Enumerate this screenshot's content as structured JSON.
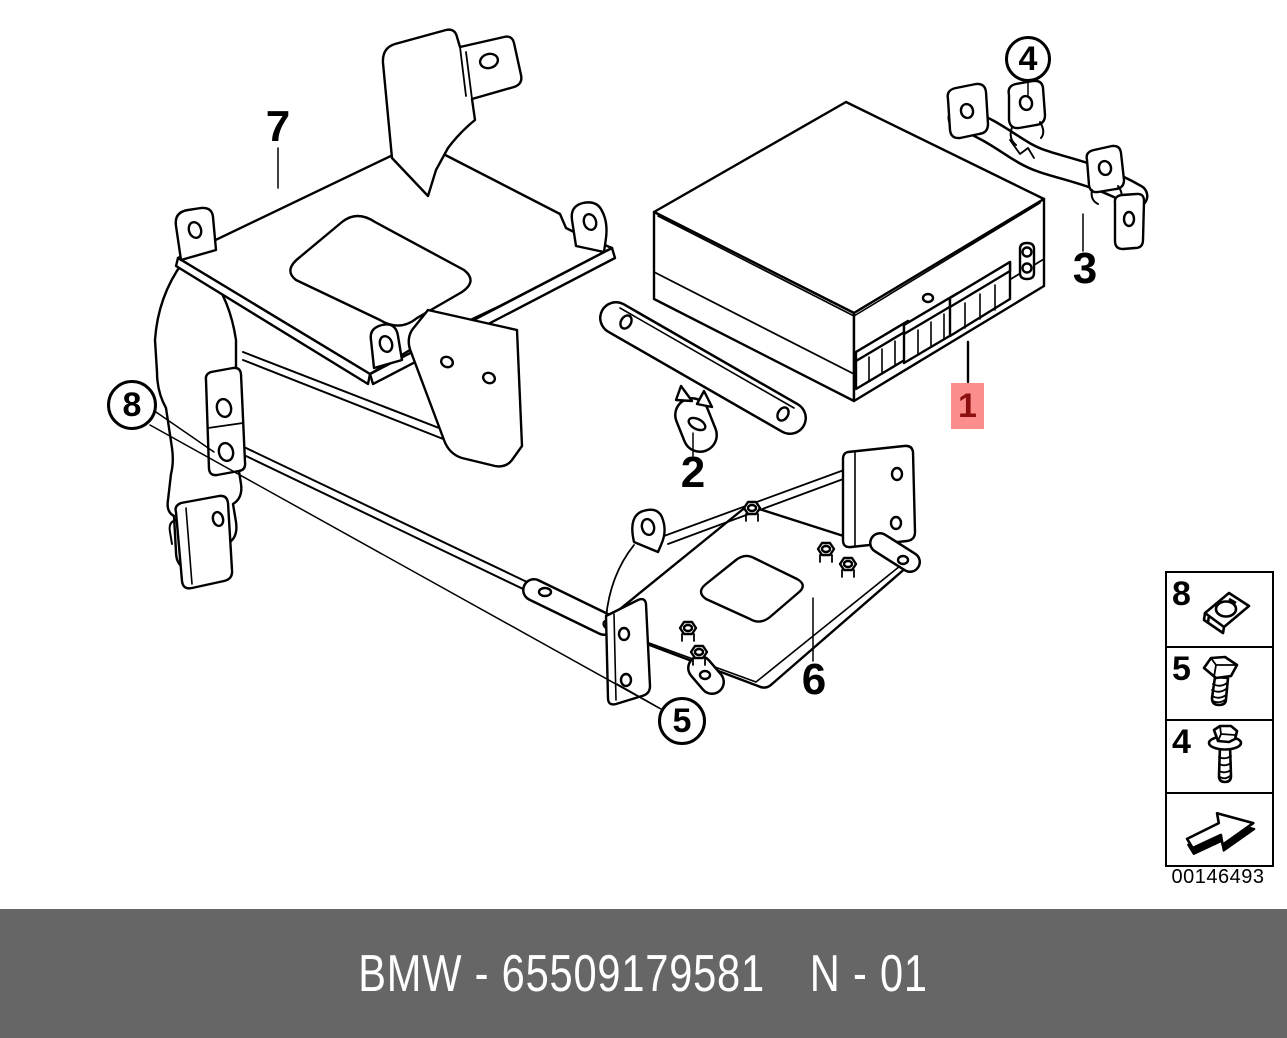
{
  "diagram": {
    "type": "exploded-parts-diagram",
    "callouts": {
      "c1": "1",
      "c2": "2",
      "c3": "3",
      "c4": "4",
      "c5": "5",
      "c6": "6",
      "c7": "7",
      "c8": "8"
    },
    "highlighted_callout": "1",
    "highlight_box_color": "#fb8d8d",
    "highlight_text_color": "#8c0f0f",
    "line_color": "#000000"
  },
  "legend": {
    "rows": [
      {
        "num": "8",
        "icon": "clip-nut-icon"
      },
      {
        "num": "5",
        "icon": "hex-bolt-icon"
      },
      {
        "num": "4",
        "icon": "flange-bolt-icon"
      },
      {
        "num": "",
        "icon": "direction-arrow-icon"
      }
    ],
    "doc_number": "00146493"
  },
  "footer": {
    "left": "BMW - 65509179581",
    "right": "N - 01",
    "bar_color": "#666666",
    "text_color": "#ffffff"
  }
}
